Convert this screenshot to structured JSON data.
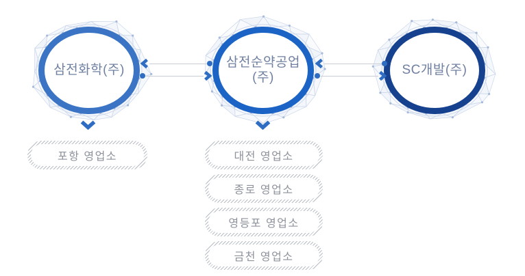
{
  "nodes": [
    {
      "label_lines": [
        "삼전화학(주)"
      ],
      "ring_color": "#3b74c4"
    },
    {
      "label_lines": [
        "삼전순약공업",
        "(주)"
      ],
      "ring_color": "#1b64c6"
    },
    {
      "label_lines": [
        "SC개발(주)"
      ],
      "ring_color": "#16418f"
    }
  ],
  "branches": {
    "left": [
      "포항 영업소"
    ],
    "center": [
      "대전 영업소",
      "종로 영업소",
      "영등포 영업소",
      "금천 영업소"
    ]
  },
  "icons": {
    "arrow_left": "arrow-left-icon",
    "arrow_right": "arrow-right-icon",
    "arrow_down": "arrow-down-icon",
    "dot": "connector-dot"
  },
  "colors": {
    "arrow": "#2e6dc2",
    "line": "#c9ced6",
    "labelText": "#6f80a0",
    "branchText": "#8d929b",
    "hatch": "#b7bcc5",
    "meshLine": "#ccd7ea",
    "meshDot": "#a6badb"
  }
}
